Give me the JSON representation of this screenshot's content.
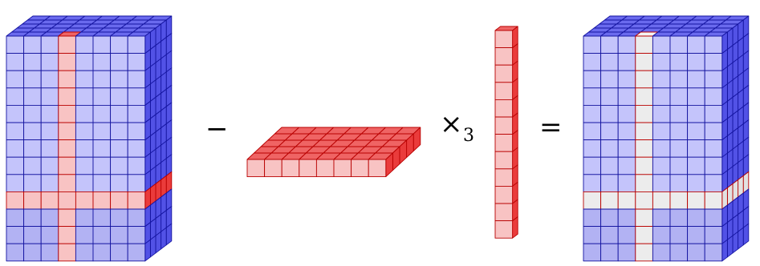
{
  "operators": {
    "minus": "−",
    "times": "×",
    "times_subscript": "3",
    "equals": "="
  },
  "grid": {
    "cuboid": {
      "cols": 8,
      "rows": 13,
      "depth": 5,
      "red_col": 3,
      "red_row": 9
    },
    "slab": {
      "cols": 8,
      "depth": 5
    },
    "column": {
      "rows": 12
    }
  },
  "colors": {
    "blue_front": "#c4c4fb",
    "blue_front_dark": "#b2b2f3",
    "blue_top": "#6a6aee",
    "blue_side": "#5252e6",
    "blue_edge": "#1414a0",
    "red_front": "#f8c3c3",
    "red_top": "#ef6464",
    "red_side": "#ea3b3b",
    "red_edge": "#b80000",
    "white_front": "#ececec",
    "white_top": "#f4f4f4",
    "white_side": "#e2e2e2"
  }
}
